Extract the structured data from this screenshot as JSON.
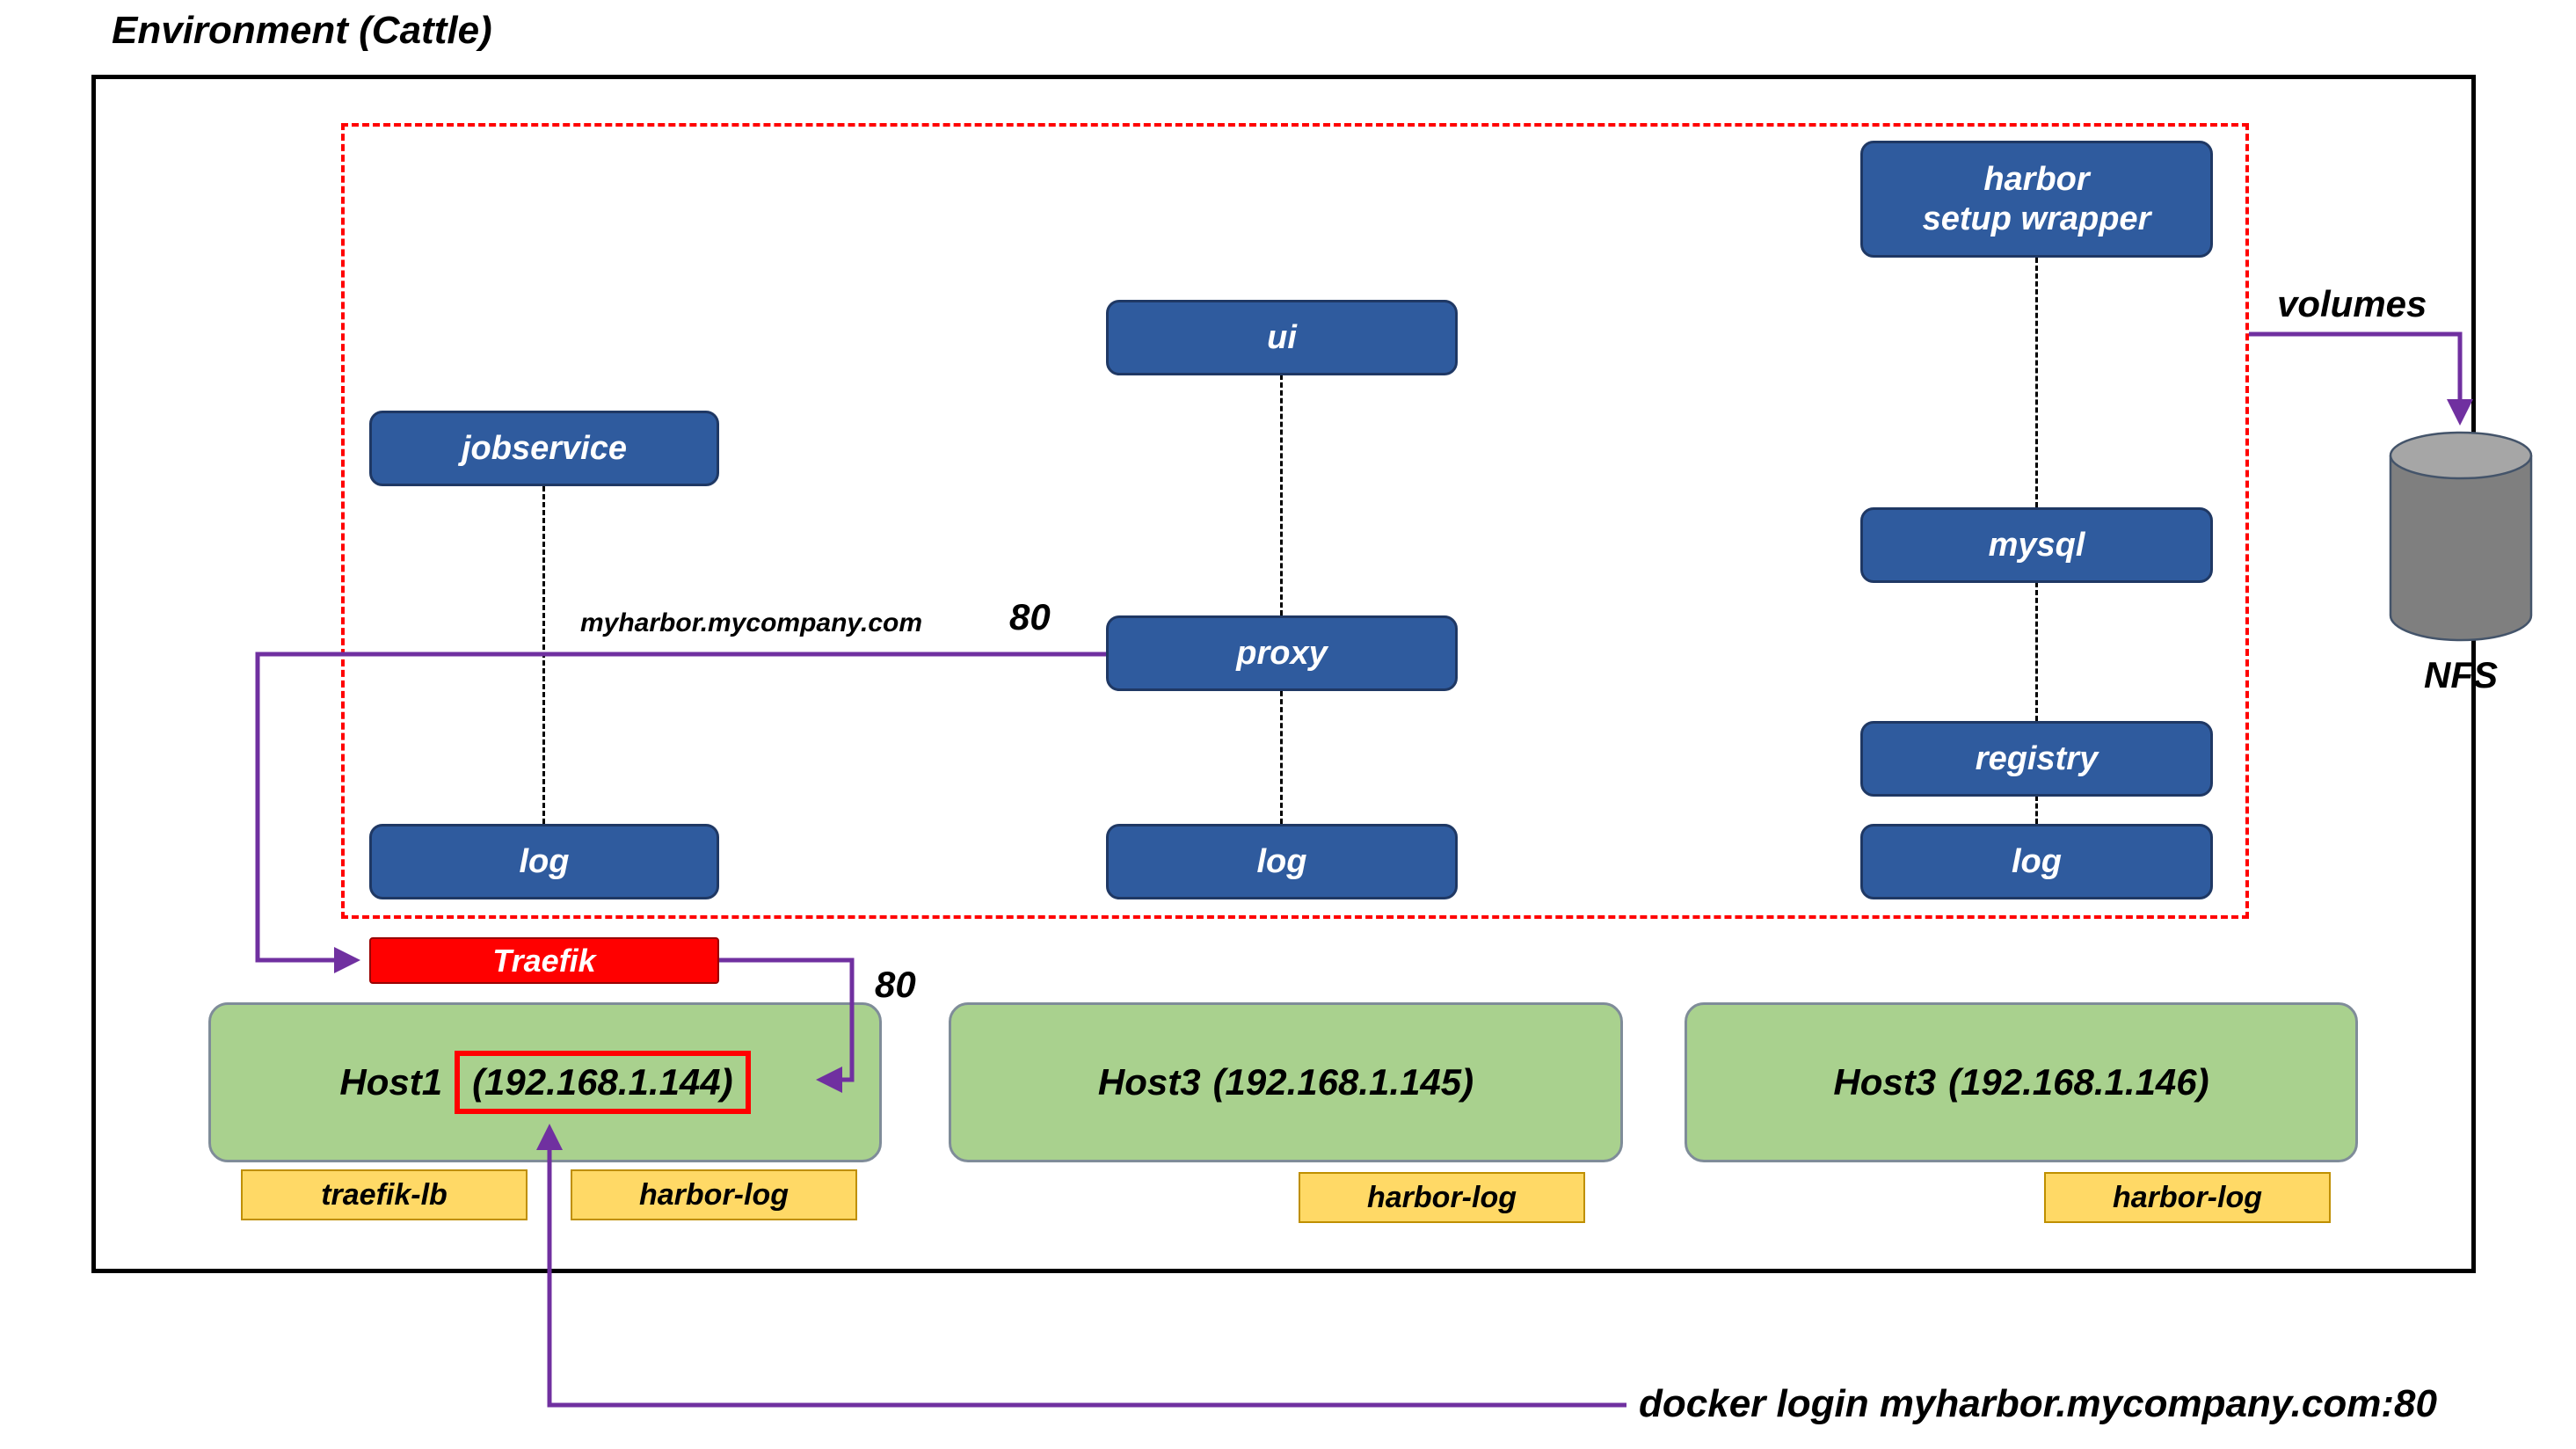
{
  "title": "Environment (Cattle)",
  "services": {
    "harbor_line1": "harbor",
    "harbor_line2": "setup wrapper",
    "ui": "ui",
    "jobservice": "jobservice",
    "mysql": "mysql",
    "proxy": "proxy",
    "registry": "registry",
    "log1": "log",
    "log2": "log",
    "log3": "log"
  },
  "loadbalancer": {
    "label": "Traefik"
  },
  "labels": {
    "hostname": "myharbor.mycompany.com",
    "proxy_port": "80",
    "traefik_port": "80",
    "volumes": "volumes",
    "nfs": "NFS",
    "docker_login": "docker login myharbor.mycompany.com:80"
  },
  "hosts": [
    {
      "name": "Host1",
      "ip": "(192.168.1.144)",
      "ip_highlighted": true,
      "tags": [
        "traefik-lb",
        "harbor-log"
      ]
    },
    {
      "name": "Host3",
      "ip": "(192.168.1.145)",
      "ip_highlighted": false,
      "tags": [
        "harbor-log"
      ]
    },
    {
      "name": "Host3",
      "ip": "(192.168.1.146)",
      "ip_highlighted": false,
      "tags": [
        "harbor-log"
      ]
    }
  ],
  "colors": {
    "service_blue": "#2F5B9E",
    "service_border": "#1F3864",
    "host_green": "#A9D18E",
    "host_border": "#7F8C99",
    "tag_yellow": "#FFD966",
    "tag_border": "#BF8F00",
    "traefik_red": "#FF0000",
    "arrow_purple": "#7030A0",
    "boundary_red": "#FF0000"
  }
}
